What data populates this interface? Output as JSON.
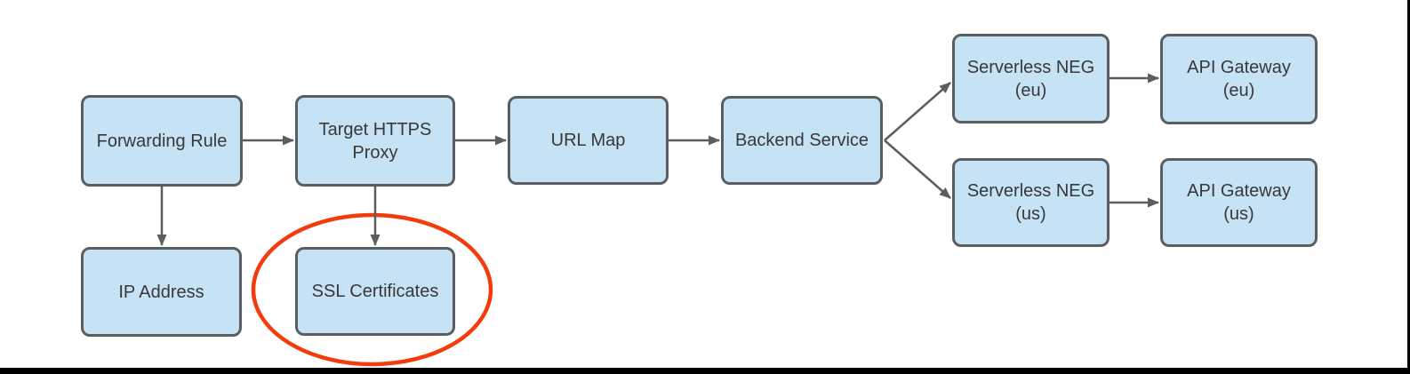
{
  "diagram": {
    "description": "Google Cloud HTTPS load balancer architecture flow diagram",
    "nodes": [
      {
        "id": "forwarding-rule",
        "label": "Forwarding Rule"
      },
      {
        "id": "target-https-proxy",
        "label": "Target HTTPS\nProxy"
      },
      {
        "id": "url-map",
        "label": "URL Map"
      },
      {
        "id": "backend-service",
        "label": "Backend Service"
      },
      {
        "id": "serverless-neg-eu",
        "label": "Serverless NEG\n(eu)"
      },
      {
        "id": "api-gateway-eu",
        "label": "API Gateway\n(eu)"
      },
      {
        "id": "serverless-neg-us",
        "label": "Serverless NEG\n(us)"
      },
      {
        "id": "api-gateway-us",
        "label": "API Gateway\n(us)"
      },
      {
        "id": "ip-address",
        "label": "IP Address"
      },
      {
        "id": "ssl-certificates",
        "label": "SSL Certificates"
      }
    ],
    "edges": [
      {
        "from": "forwarding-rule",
        "to": "target-https-proxy"
      },
      {
        "from": "target-https-proxy",
        "to": "url-map"
      },
      {
        "from": "url-map",
        "to": "backend-service"
      },
      {
        "from": "backend-service",
        "to": "serverless-neg-eu"
      },
      {
        "from": "backend-service",
        "to": "serverless-neg-us"
      },
      {
        "from": "serverless-neg-eu",
        "to": "api-gateway-eu"
      },
      {
        "from": "serverless-neg-us",
        "to": "api-gateway-us"
      },
      {
        "from": "forwarding-rule",
        "to": "ip-address"
      },
      {
        "from": "target-https-proxy",
        "to": "ssl-certificates"
      }
    ],
    "annotations": [
      {
        "type": "ellipse",
        "target": "ssl-certificates",
        "meaning": "highlight circle around SSL Certificates"
      }
    ]
  },
  "colors": {
    "node-fill": "#C6E3F5",
    "node-border": "#5B5E61",
    "connector": "#5B5E61",
    "highlight": "#F43B0B",
    "text": "#383838",
    "frame": "#000000"
  }
}
